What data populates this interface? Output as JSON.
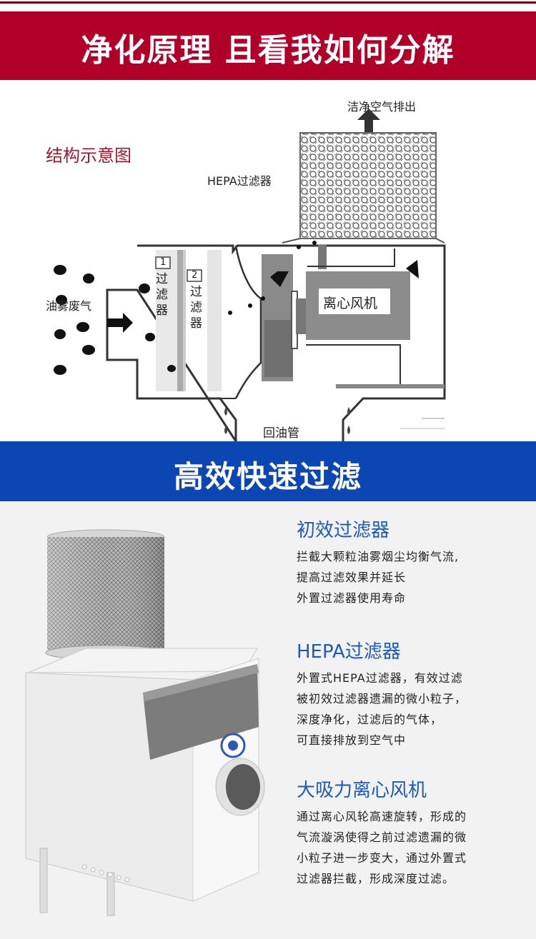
{
  "header": {
    "title": "净化原理 且看我如何分解"
  },
  "diagram": {
    "heading": "结构示意图",
    "clean_air_label": "洁净空气排出",
    "hepa_label": "HEPA过滤器",
    "oil_mist_label": "油雾废气",
    "filter1_num": "1",
    "filter1_label": "过滤器",
    "filter2_num": "2",
    "filter2_label": "过滤器",
    "fan_label": "离心风机",
    "return_pipe_label": "回油管"
  },
  "section2": {
    "title": "高效快速过滤"
  },
  "features": [
    {
      "title": "初效过滤器",
      "lines": [
        "拦截大颗粒油雾烟尘均衡气流,",
        "提高过滤效果并延长",
        "外置过滤器使用寿命"
      ]
    },
    {
      "title": "HEPA过滤器",
      "lines": [
        "外置式HEPA过滤器，有效过滤",
        "被初效过滤器遗漏的微小粒子，",
        "深度净化，过滤后的气体，",
        "可直接排放到空气中"
      ]
    },
    {
      "title": "大吸力离心风机",
      "lines": [
        "通过离心风轮高速旋转，形成的",
        "气流漩涡使得之前过滤遗漏的微",
        "小粒子进一步变大，通过外置式",
        "过滤器拦截，形成深度过滤。"
      ]
    }
  ],
  "colors": {
    "red_banner": "#b0002a",
    "blue_banner": "#0b46b3",
    "accent_text": "#1e5ab8",
    "heading_red": "#9b1a2e"
  }
}
